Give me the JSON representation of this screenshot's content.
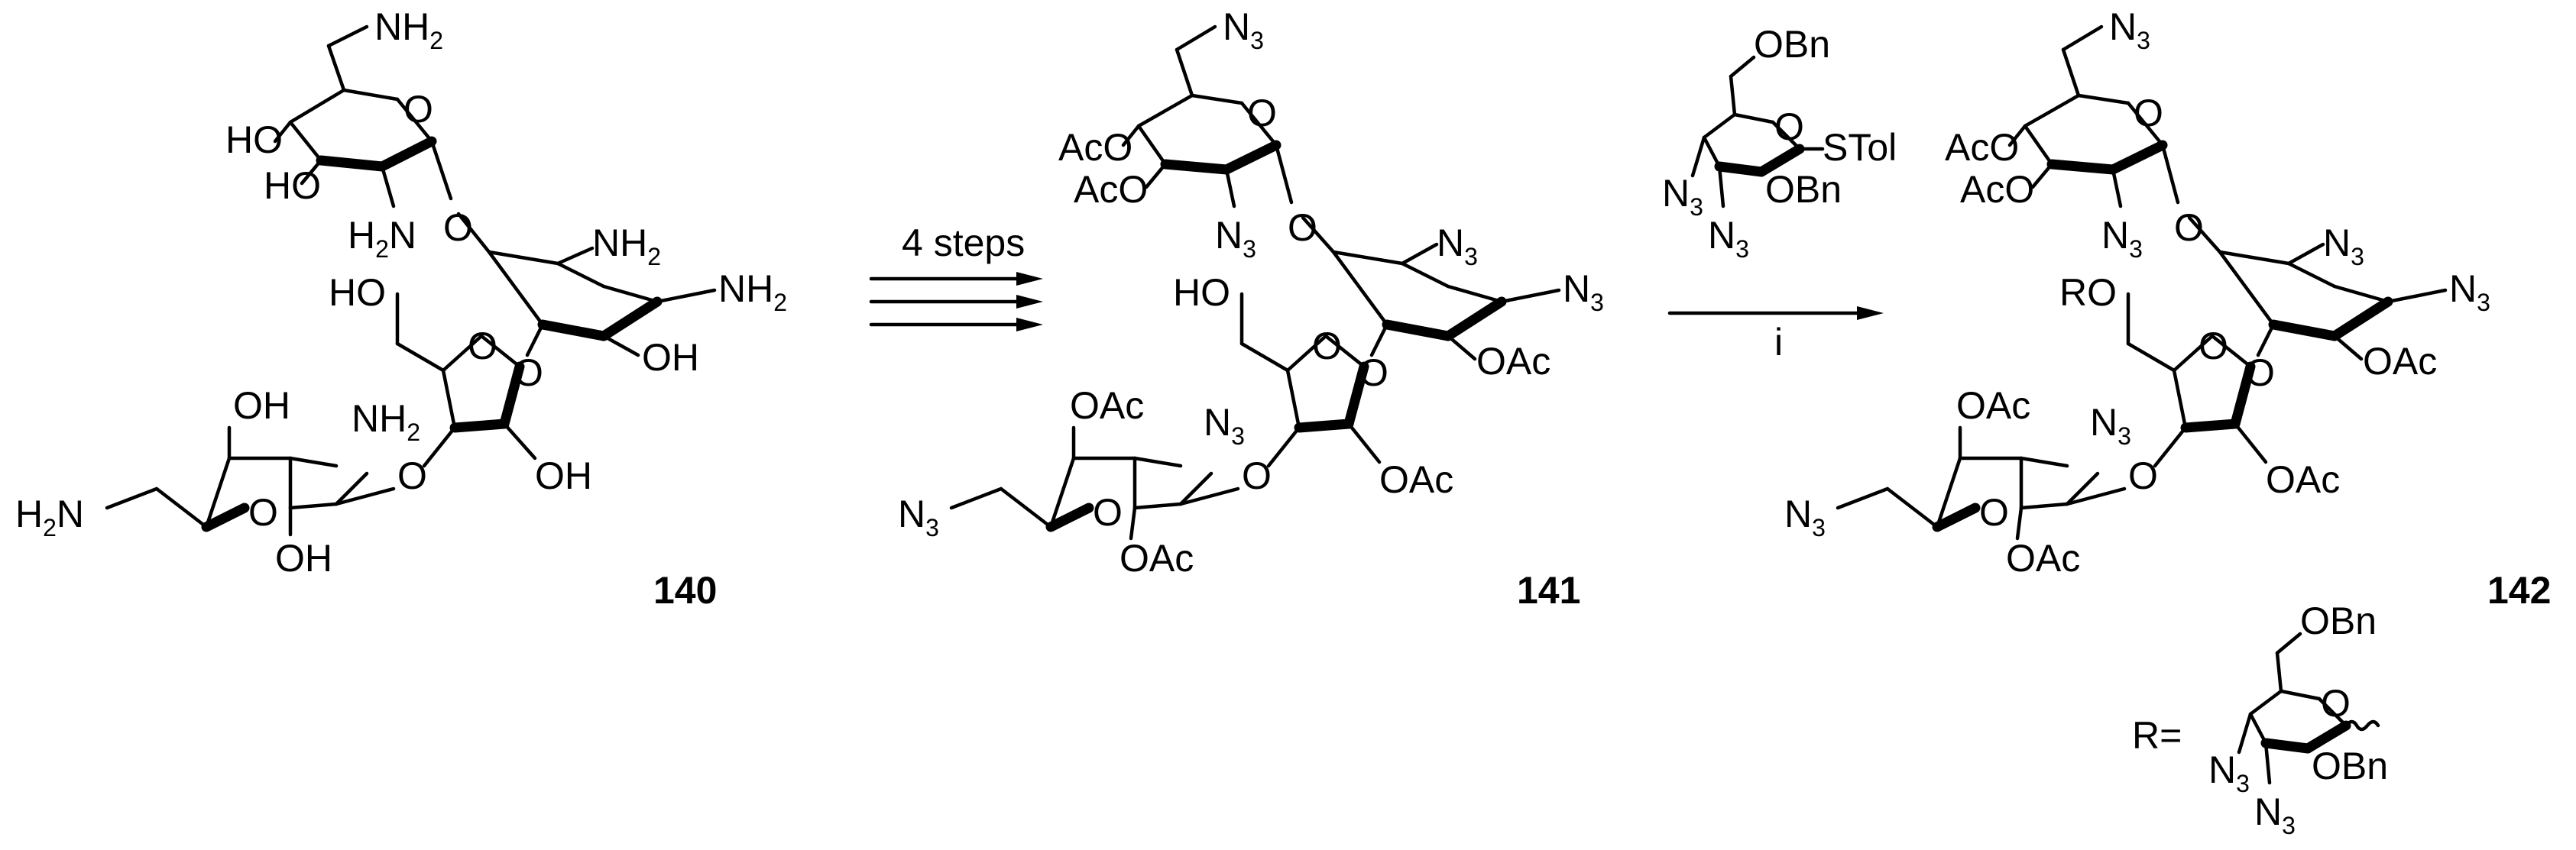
{
  "scheme": {
    "compounds": [
      {
        "id": "c140",
        "number": "140"
      },
      {
        "id": "c141",
        "number": "141"
      },
      {
        "id": "c142",
        "number": "142"
      }
    ],
    "arrow1": {
      "label": "4 steps"
    },
    "arrow2": {
      "label": "i"
    },
    "r_definition": {
      "prefix": "R="
    }
  },
  "atoms": {
    "NH2": "NH",
    "H2N": "H",
    "N_letter": "N",
    "HO": "HO",
    "OH": "OH",
    "O": "O",
    "N3": "N",
    "AcO": "AcO",
    "OAc": "OAc",
    "RO": "RO",
    "OBn": "OBn",
    "STol": "STol",
    "sub2": "2",
    "sub3": "3",
    "H": "H"
  }
}
